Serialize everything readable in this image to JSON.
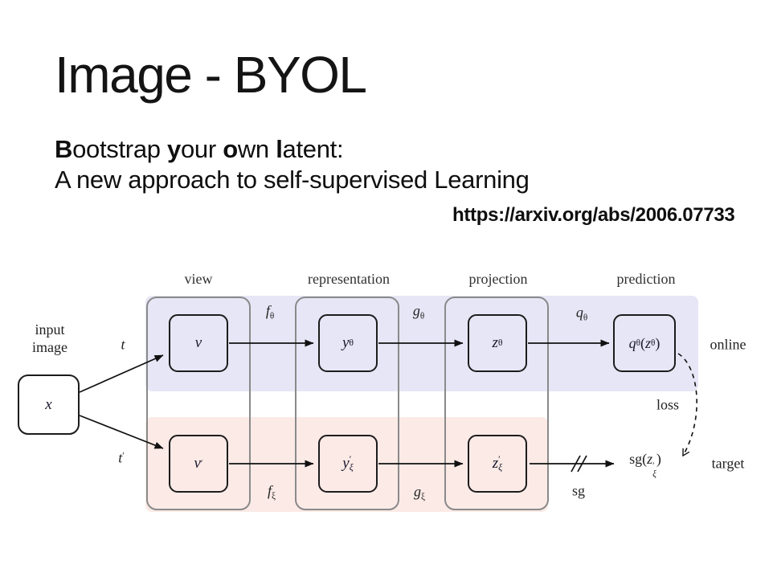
{
  "slide": {
    "title": "Image - BYOL",
    "subtitle": {
      "b1": "B",
      "r1": "ootstrap ",
      "b2": "y",
      "r2": "our ",
      "b3": "o",
      "r3": "wn ",
      "b4": "l",
      "r4": "atent:",
      "line2": "A new approach to self-supervised Learning"
    },
    "link": "https://arxiv.org/abs/2006.07733"
  },
  "diagram": {
    "column_headers": [
      "view",
      "representation",
      "projection",
      "prediction"
    ],
    "input_label": {
      "line1": "input",
      "line2": "image"
    },
    "side_labels": {
      "online": "online",
      "loss": "loss",
      "target": "target"
    },
    "edge_labels": {
      "t": "t",
      "t_prime": {
        "base": "t",
        "prime": "′"
      },
      "f_theta": {
        "base": "f",
        "sub": "θ"
      },
      "g_theta": {
        "base": "g",
        "sub": "θ"
      },
      "q_theta": {
        "base": "q",
        "sub": "θ"
      },
      "f_xi": {
        "base": "f",
        "sub": "ξ"
      },
      "g_xi": {
        "base": "g",
        "sub": "ξ"
      },
      "sg": "sg"
    },
    "nodes": {
      "x": "x",
      "v": "v",
      "v_prime": {
        "base": "v",
        "prime": "′"
      },
      "y_theta": {
        "base": "y",
        "sub": "θ"
      },
      "z_theta": {
        "base": "z",
        "sub": "θ"
      },
      "q_of_z": {
        "fn_base": "q",
        "fn_sub": "θ",
        "open": "(",
        "arg_base": "z",
        "arg_sub": "θ",
        "close": ")"
      },
      "y_prime_xi": {
        "base": "y",
        "prime": "′",
        "sub": "ξ"
      },
      "z_prime_xi": {
        "base": "z",
        "prime": "′",
        "sub": "ξ"
      },
      "sg_of_z": {
        "fn": "sg",
        "open": "(",
        "arg_base": "z",
        "arg_prime": "′",
        "arg_sub": "ξ",
        "close": ")"
      }
    },
    "colors": {
      "online_band": "#e7e6f7",
      "target_band": "#fceae6",
      "container_border": "#8a8a8a",
      "box_border": "#1c1c1c"
    }
  }
}
